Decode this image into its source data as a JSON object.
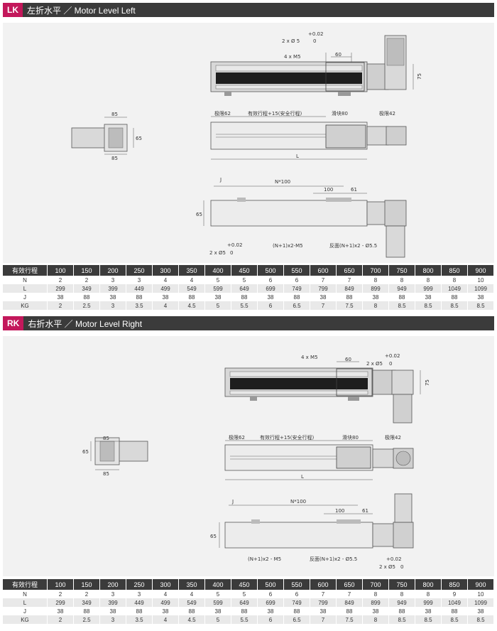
{
  "sections": [
    {
      "code": "LK",
      "title": "左折水平 ／ Motor Level Left",
      "labels": {
        "top_tol": "+0.02",
        "top_hole": "2 x Ø 5",
        "top_zero": "0",
        "top_m5": "4 x M5",
        "top_60": "60",
        "top_75": "75",
        "lim_left": "极限62",
        "stroke": "有效行程+15(安全行程)",
        "slider": "滑块80",
        "lim_right": "极限42",
        "side_85_top": "85",
        "side_85_bot": "85",
        "side_65": "65",
        "len_L": "L",
        "n100": "N*100",
        "j": "J",
        "b100": "100",
        "b61": "61",
        "b65": "65",
        "btm_tol": "+0.02",
        "btm_hole": "2 x Ø5",
        "btm_zero": "0",
        "btm_m5": "(N+1)x2-M5",
        "btm_rev": "反面(N+1)x2 - Ø5.5"
      },
      "table": {
        "header": [
          "有效行程",
          "100",
          "150",
          "200",
          "250",
          "300",
          "350",
          "400",
          "450",
          "500",
          "550",
          "600",
          "650",
          "700",
          "750",
          "800",
          "850",
          "900"
        ],
        "rows": [
          [
            "N",
            "2",
            "2",
            "3",
            "3",
            "4",
            "4",
            "5",
            "5",
            "6",
            "6",
            "7",
            "7",
            "8",
            "8",
            "8",
            "8",
            "10"
          ],
          [
            "L",
            "299",
            "349",
            "399",
            "449",
            "499",
            "549",
            "599",
            "649",
            "699",
            "749",
            "799",
            "849",
            "899",
            "949",
            "999",
            "1049",
            "1099"
          ],
          [
            "J",
            "38",
            "88",
            "38",
            "88",
            "38",
            "88",
            "38",
            "88",
            "38",
            "88",
            "38",
            "88",
            "38",
            "88",
            "38",
            "88",
            "38"
          ],
          [
            "KG",
            "2",
            "2.5",
            "3",
            "3.5",
            "4",
            "4.5",
            "5",
            "5.5",
            "6",
            "6.5",
            "7",
            "7.5",
            "8",
            "8.5",
            "8.5",
            "8.5",
            "8.5"
          ]
        ]
      }
    },
    {
      "code": "RK",
      "title": "右折水平 ／ Motor Level Right",
      "labels": {
        "top_tol": "+0.02",
        "top_hole": "2 x Ø5",
        "top_zero": "0",
        "top_m5": "4 x M5",
        "top_60": "60",
        "top_75": "75",
        "lim_left": "极限62",
        "stroke": "有效行程+15(安全行程)",
        "slider": "滑块80",
        "lim_right": "极限42",
        "side_85_top": "85",
        "side_85_bot": "85",
        "side_65": "65",
        "len_L": "L",
        "n100": "N*100",
        "j": "J",
        "b100": "100",
        "b61": "61",
        "b65": "65",
        "btm_tol": "+0.02",
        "btm_hole": "2 x Ø5",
        "btm_zero": "0",
        "btm_m5": "(N+1)x2 - M5",
        "btm_rev": "反面(N+1)x2 - Ø5.5"
      },
      "table": {
        "header": [
          "有效行程",
          "100",
          "150",
          "200",
          "250",
          "300",
          "350",
          "400",
          "450",
          "500",
          "550",
          "600",
          "650",
          "700",
          "750",
          "800",
          "850",
          "900"
        ],
        "rows": [
          [
            "N",
            "2",
            "2",
            "3",
            "3",
            "4",
            "4",
            "5",
            "5",
            "6",
            "6",
            "7",
            "7",
            "8",
            "8",
            "8",
            "9",
            "10"
          ],
          [
            "L",
            "299",
            "349",
            "399",
            "449",
            "499",
            "549",
            "599",
            "649",
            "699",
            "749",
            "799",
            "849",
            "899",
            "949",
            "999",
            "1049",
            "1099"
          ],
          [
            "J",
            "38",
            "88",
            "38",
            "88",
            "38",
            "88",
            "38",
            "88",
            "38",
            "88",
            "38",
            "88",
            "38",
            "88",
            "38",
            "88",
            "38"
          ],
          [
            "KG",
            "2",
            "2.5",
            "3",
            "3.5",
            "4",
            "4.5",
            "5",
            "5.5",
            "6",
            "6.5",
            "7",
            "7.5",
            "8",
            "8.5",
            "8.5",
            "8.5",
            "8.5"
          ]
        ]
      }
    }
  ]
}
